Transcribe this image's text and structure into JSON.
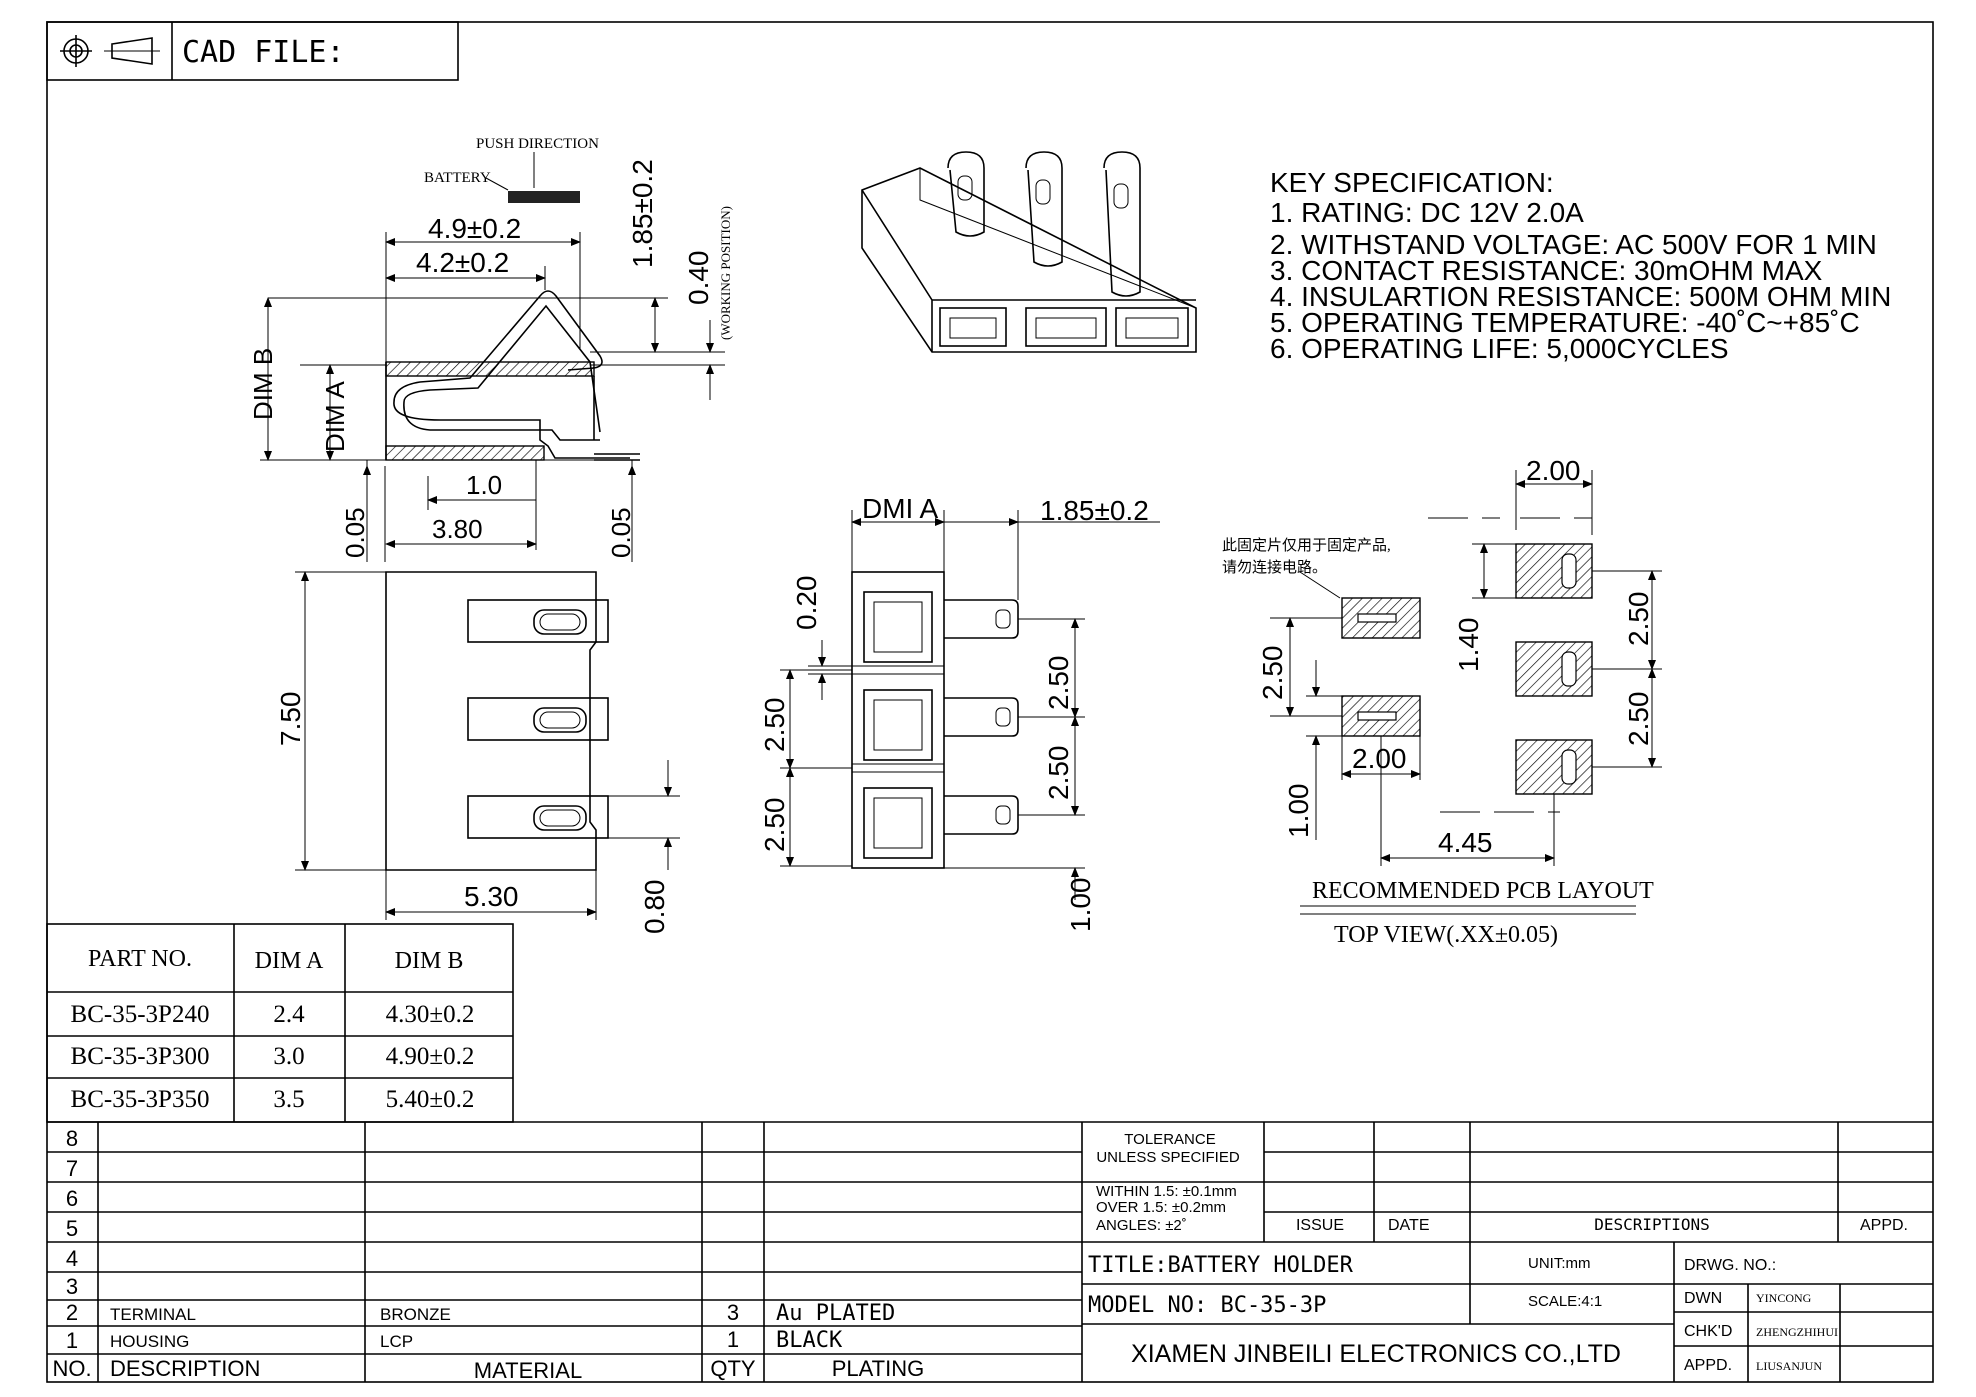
{
  "header": {
    "cad_file_label": "CAD FILE:",
    "icons": [
      "crosshair-icon",
      "projection-icon"
    ]
  },
  "side_view": {
    "push_direction": "PUSH DIRECTION",
    "battery": "BATTERY",
    "dim_49": "4.9±0.2",
    "dim_42": "4.2±0.2",
    "dim_185": "1.85±0.2",
    "dim_040": "0.40",
    "working_position": "(WORKING POSITION)",
    "dim_b": "DIM B",
    "dim_a": "DIM A",
    "dim_10": "1.0",
    "dim_380": "3.80",
    "dim_005_left": "0.05",
    "dim_005_right": "0.05"
  },
  "bottom_view": {
    "dim_750": "7.50",
    "dim_530": "5.30",
    "dim_080": "0.80"
  },
  "front_view": {
    "dmi_a": "DMI A",
    "dim_185": "1.85±0.2",
    "dim_020": "0.20",
    "dim_250_l1": "2.50",
    "dim_250_l2": "2.50",
    "dim_250_r1": "2.50",
    "dim_250_r2": "2.50",
    "dim_100": "1.00"
  },
  "spec": {
    "title": "KEY SPECIFICATION:",
    "items": [
      "1. RATING: DC 12V 2.0A",
      "2. WITHSTAND VOLTAGE: AC 500V FOR 1 MIN",
      "3. CONTACT RESISTANCE: 30mOHM MAX",
      "4. INSULARTION RESISTANCE: 500M OHM MIN",
      "5. OPERATING TEMPERATURE: -40˚C~+85˚C",
      "6. OPERATING LIFE: 5,000CYCLES"
    ]
  },
  "pcb": {
    "note_line1": "此固定片仅用于固定产品,",
    "note_line2": "请勿连接电路。",
    "dim_200_top": "2.00",
    "dim_140": "1.40",
    "dim_250_right1": "2.50",
    "dim_250_right2": "2.50",
    "dim_250_left": "2.50",
    "dim_200_mid": "2.00",
    "dim_100": "1.00",
    "dim_445": "4.45",
    "caption": "RECOMMENDED PCB LAYOUT",
    "view": "TOP VIEW(.XX±0.05)"
  },
  "part_table": {
    "headers": [
      "PART NO.",
      "DIM A",
      "DIM B"
    ],
    "rows": [
      [
        "BC-35-3P240",
        "2.4",
        "4.30±0.2"
      ],
      [
        "BC-35-3P300",
        "3.0",
        "4.90±0.2"
      ],
      [
        "BC-35-3P350",
        "3.5",
        "5.40±0.2"
      ]
    ]
  },
  "bom": {
    "row_numbers": [
      "8",
      "7",
      "6",
      "5",
      "4",
      "3",
      "2",
      "1"
    ],
    "items": [
      {
        "no": "2",
        "description": "TERMINAL",
        "material": "BRONZE",
        "qty": "3",
        "plating": "Au PLATED"
      },
      {
        "no": "1",
        "description": "HOUSING",
        "material": "LCP",
        "qty": "1",
        "plating": "BLACK"
      }
    ],
    "footer": {
      "no": "NO.",
      "description": "DESCRIPTION",
      "material": "MATERIAL",
      "qty": "QTY",
      "plating": "PLATING"
    }
  },
  "title_block": {
    "tolerance": "TOLERANCE",
    "unless": "UNLESS SPECIFIED",
    "within": "WITHIN 1.5: ±0.1mm",
    "over": "OVER 1.5:  ±0.2mm",
    "angles": "ANGLES: ±2˚",
    "issue": "ISSUE",
    "date": "DATE",
    "descriptions": "DESCRIPTIONS",
    "appd": "APPD.",
    "title": "TITLE:BATTERY HOLDER",
    "unit": "UNIT:mm",
    "drwg_no": "DRWG. NO.:",
    "model": "MODEL NO: BC-35-3P",
    "scale": "SCALE:4:1",
    "dwn": "DWN",
    "dwn_name": "YINCONG",
    "chkd": "CHK'D",
    "chkd_name": "ZHENGZHIHUI",
    "appd_label": "APPD.",
    "appd_name": "LIUSANJUN",
    "company": "XIAMEN JINBEILI ELECTRONICS CO.,LTD"
  }
}
